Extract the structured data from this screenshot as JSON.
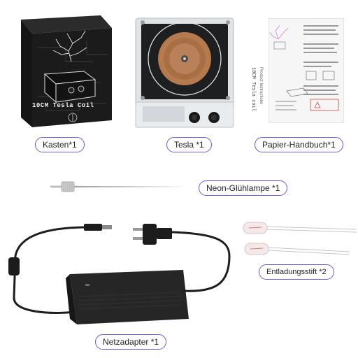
{
  "labels": {
    "kasten": "Kasten*1",
    "tesla": "Tesla *1",
    "manual": "Papier-Handbuch*1",
    "neon": "Neon-Glühlampe *1",
    "discharge": "Entladungsstift *2",
    "adapter": "Netzadapter *1"
  },
  "box_text": {
    "brand": "10CM Tesla Coil"
  },
  "manual_text": {
    "title": "10CM Tesla coil",
    "subtitle": "Product Instructions"
  },
  "colors": {
    "accent": "#6a5bd6",
    "box_dark": "#1c1c1c",
    "copper": "#b57a4d",
    "adapter": "#232323"
  }
}
